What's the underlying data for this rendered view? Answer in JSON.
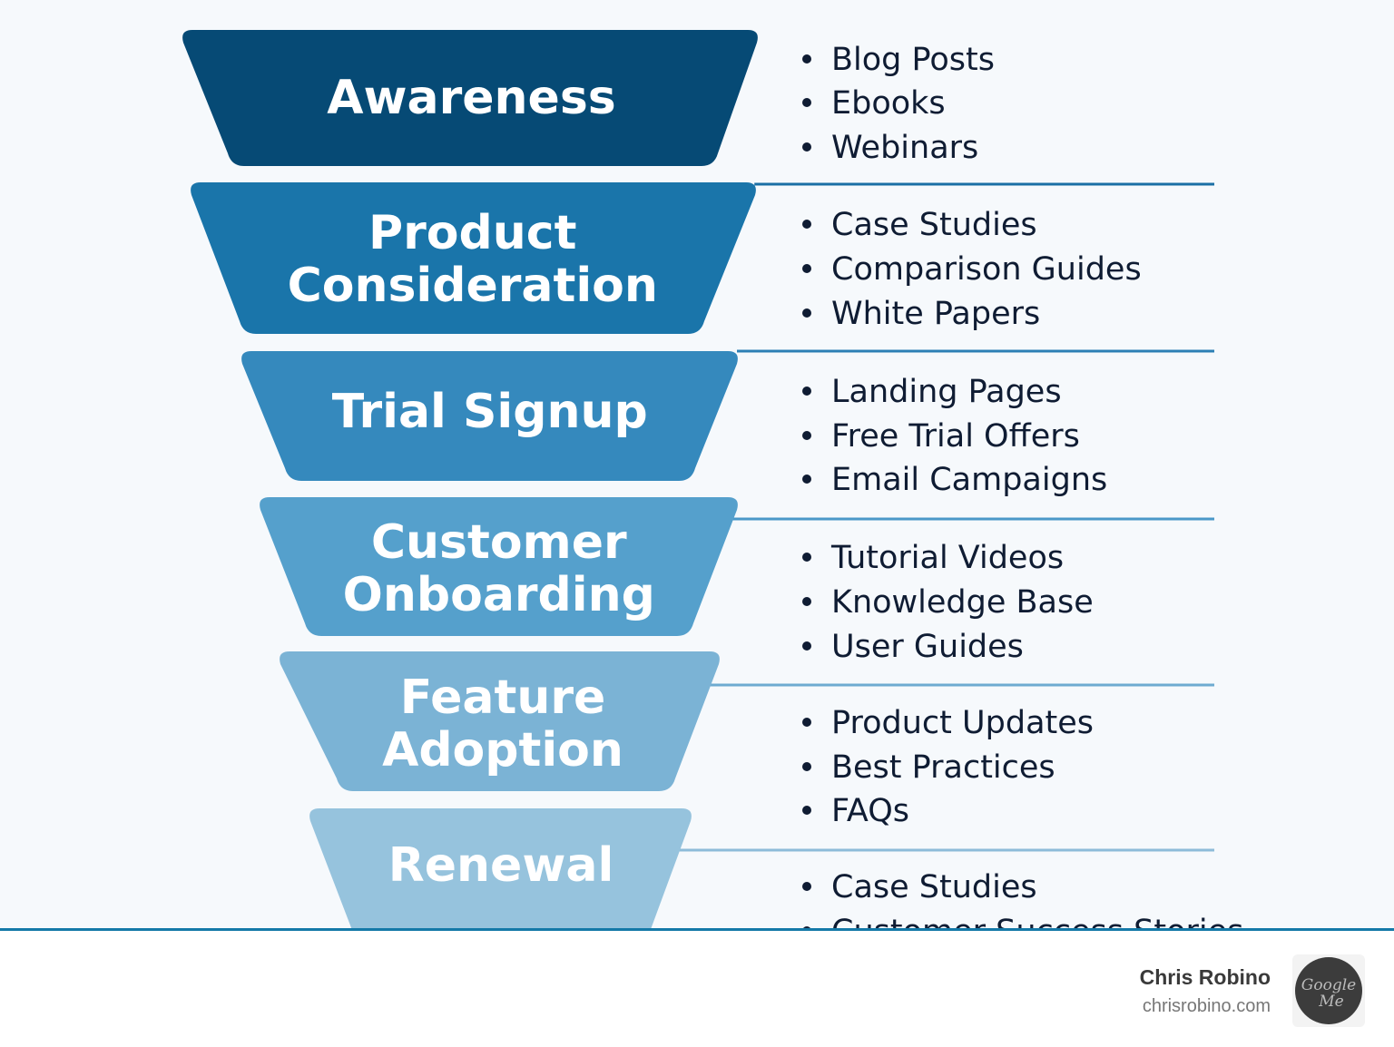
{
  "stages": [
    {
      "label_lines": [
        "Awareness"
      ],
      "color": "#064a75",
      "items": [
        "Blog Posts",
        "Ebooks",
        "Webinars"
      ]
    },
    {
      "label_lines": [
        "Product",
        "Consideration"
      ],
      "color": "#1a75aa",
      "items": [
        "Case Studies",
        "Comparison Guides",
        "White Papers"
      ]
    },
    {
      "label_lines": [
        "Trial Signup"
      ],
      "color": "#3589bd",
      "items": [
        "Landing Pages",
        "Free Trial Offers",
        "Email Campaigns"
      ]
    },
    {
      "label_lines": [
        "Customer",
        "Onboarding"
      ],
      "color": "#55a0cc",
      "items": [
        "Tutorial Videos",
        "Knowledge Base",
        "User Guides"
      ]
    },
    {
      "label_lines": [
        "Feature",
        "Adoption"
      ],
      "color": "#7bb3d5",
      "items": [
        "Product Updates",
        "Best Practices",
        "FAQs"
      ]
    },
    {
      "label_lines": [
        "Renewal"
      ],
      "color": "#96c3dd",
      "items": [
        "Case Studies",
        "Customer Success Stories"
      ]
    }
  ],
  "footer": {
    "name": "Chris Robino",
    "url": "chrisrobino.com",
    "logo_text": "Google Me"
  }
}
